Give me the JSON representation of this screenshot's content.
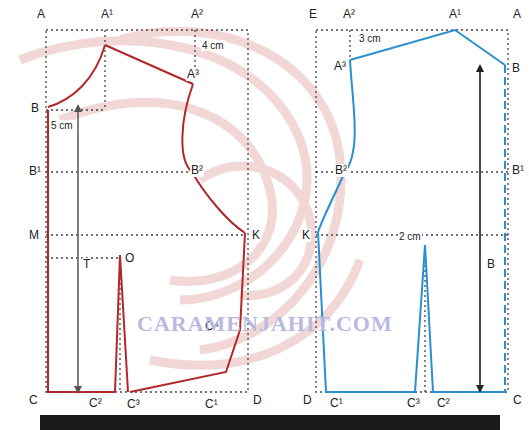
{
  "diagram": {
    "labels": [
      "A",
      "A¹",
      "A²",
      "4 cm",
      "A³",
      "B",
      "5 cm",
      "B¹",
      "B²",
      "T",
      "M",
      "K",
      "O",
      "C⁴",
      "C",
      "C²",
      "C³",
      "C¹",
      "D",
      "E",
      "A²",
      "A¹",
      "A",
      "3 cm",
      "A³",
      "B",
      "B¹",
      "B²",
      "K",
      "2 cm",
      "B",
      "D",
      "C¹",
      "C³",
      "C²",
      "C",
      "CARAMENJAHIT.COM"
    ]
  }
}
